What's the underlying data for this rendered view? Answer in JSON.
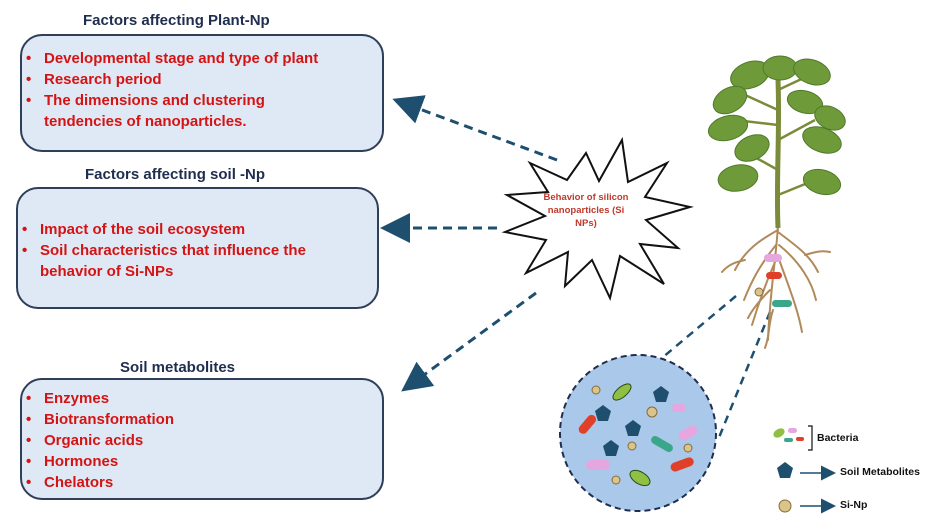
{
  "panels": [
    {
      "heading": "Factors affecting Plant-Np",
      "items": [
        "Developmental stage and type of plant",
        "Research period",
        "The dimensions and clustering tendencies of nanoparticles."
      ]
    },
    {
      "heading": "Factors affecting soil -Np",
      "items": [
        "Impact of the soil ecosystem",
        "Soil characteristics that influence the behavior of Si-NPs"
      ]
    },
    {
      "heading": "Soil metabolites",
      "items": [
        "Enzymes",
        "Biotransformation",
        "Organic acids",
        "Hormones",
        "Chelators"
      ]
    }
  ],
  "center_label": "Behavior of silicon nanoparticles (Si NPs)",
  "legend": {
    "bacteria": "Bacteria",
    "metabolites": "Soil Metabolites",
    "sinp": "Si-Np"
  },
  "colors": {
    "heading": "#1f2d4f",
    "box_fill": "#dfe9f5",
    "box_border": "#2f3f5a",
    "item_text": "#d41414",
    "arrow": "#1f4f6e",
    "soil_circle": "#aac8ea"
  }
}
